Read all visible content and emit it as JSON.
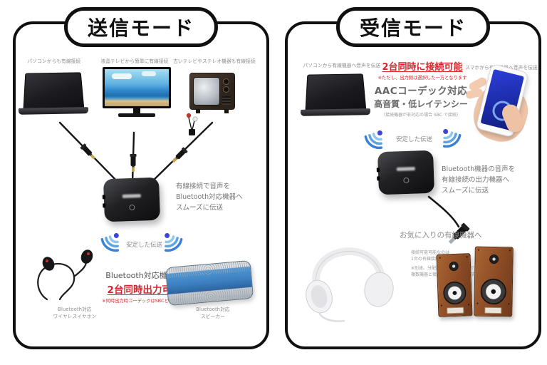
{
  "colors": {
    "accent_red": "#d7262d",
    "signal_arc_blue": "#4f93dd",
    "signal_dot_blue": "#3c45d6",
    "panel_border": "#101010",
    "speaker_blue": "#3f86c8",
    "wood_brown": "#91512a"
  },
  "send_panel": {
    "title": "送信モード",
    "source_labels": [
      "パソコンからも有線接続",
      "液晶テレビから簡単に有線接続",
      "古いテレビやステレオ機器も有線接続"
    ],
    "center_text": [
      "有線接続で音声を",
      "Bluetooth対応機器へ",
      "スムーズに伝送"
    ],
    "signal_label": "安定した伝送",
    "output_heading": "Bluetooth対応機器へ",
    "output_highlight": "2台同時出力可能",
    "output_note": "※同時出力時コーデックはSBCとなります",
    "earphone_label_line1": "Bluetooth対応",
    "earphone_label_line2": "ワイヤレスイヤホン",
    "speaker_label_line1": "Bluetooth対応",
    "speaker_label_line2": "スピーカー"
  },
  "receive_panel": {
    "title": "受信モード",
    "source_labels": [
      "パソコンから有線機器へ音声を伝送",
      "スマホから有線機器へ音声を伝送"
    ],
    "dual_highlight": "2台同時に接続可能",
    "dual_note": "※ただし、出力側は選択した一方となります",
    "codec_heading": "AACコーデック対応",
    "codec_sub": "高音質・低レイテンシー",
    "codec_note": "（接続機器が非対応の場合 SBC で接続）",
    "signal_label": "安定した伝送",
    "center_text": [
      "Bluetooth機器の音声を",
      "有線接続の出力機器へ",
      "スムーズに伝送"
    ],
    "favorite_label": "お気に入りの有線機器へ",
    "note_lines": [
      "接続可能可能なのは",
      "1台の有線接続機器となります。",
      "※別途、分配器等を使用する事で、",
      "複数機器と接続する事が可能です。"
    ]
  }
}
